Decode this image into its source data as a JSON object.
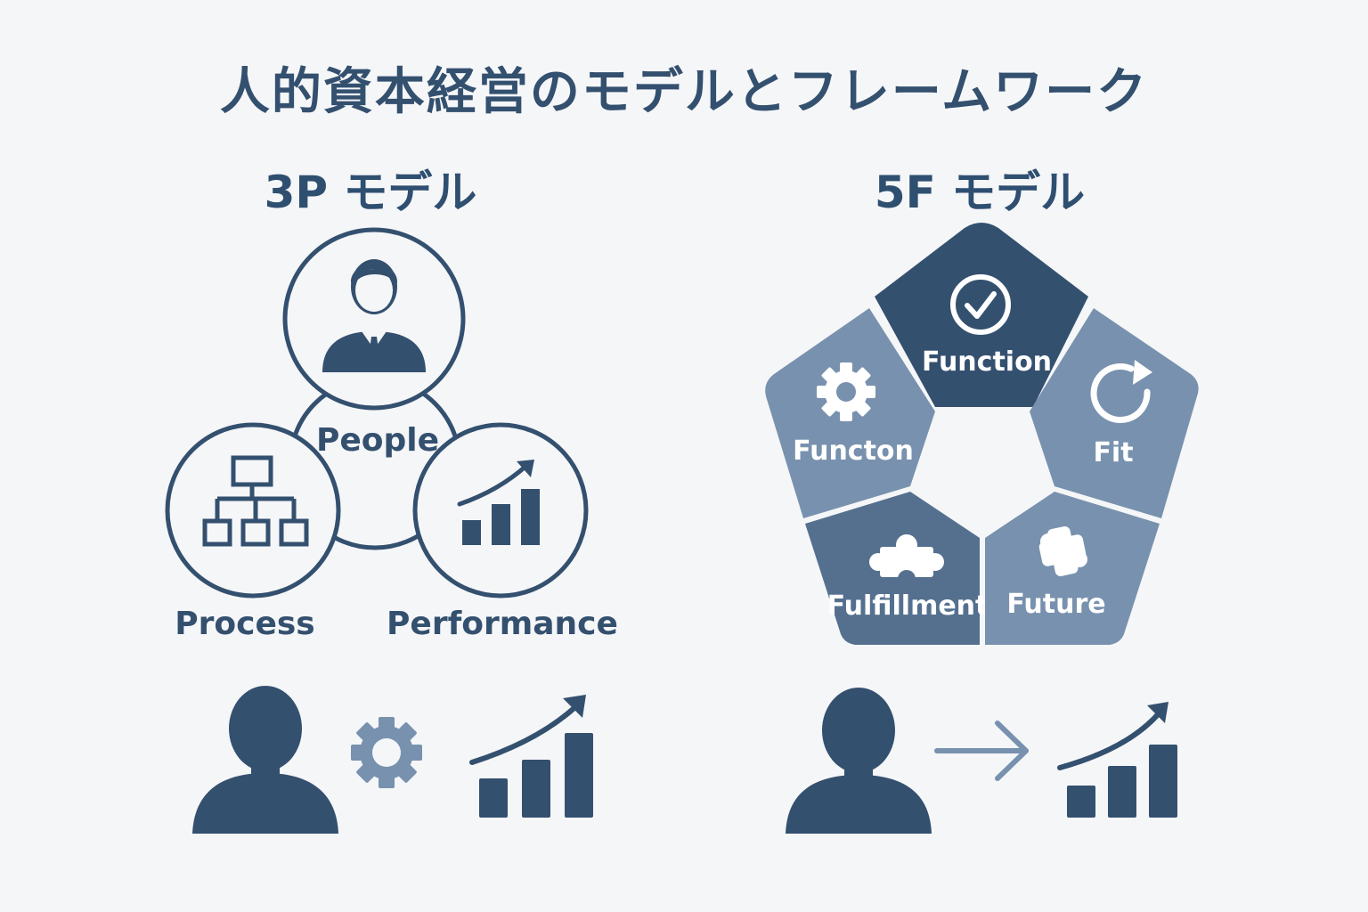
{
  "title": "人的資本経営のモデルとフレームワーク",
  "model_3p": {
    "title": "3P モデル",
    "people": "People",
    "process": "Process",
    "performance": "Performance"
  },
  "model_5f": {
    "title": "5F モデル",
    "function_top": "Function",
    "functon_left": "Functon",
    "fit": "Fit",
    "fulfillment": "Fulfillment",
    "future": "Future"
  },
  "colors": {
    "navy": "#34506f",
    "mid": "#55708f",
    "light": "#7891ae",
    "lighter": "#8aa0bb",
    "bg": "#f5f6f8"
  },
  "icons": {
    "people": "businessman-icon",
    "process": "org-chart-icon",
    "performance": "bar-chart-up-icon",
    "function": "check-circle-icon",
    "functon": "gear-icon",
    "fit": "refresh-icon",
    "fulfillment": "puzzle-icon",
    "future": "puzzle-plus-icon"
  }
}
